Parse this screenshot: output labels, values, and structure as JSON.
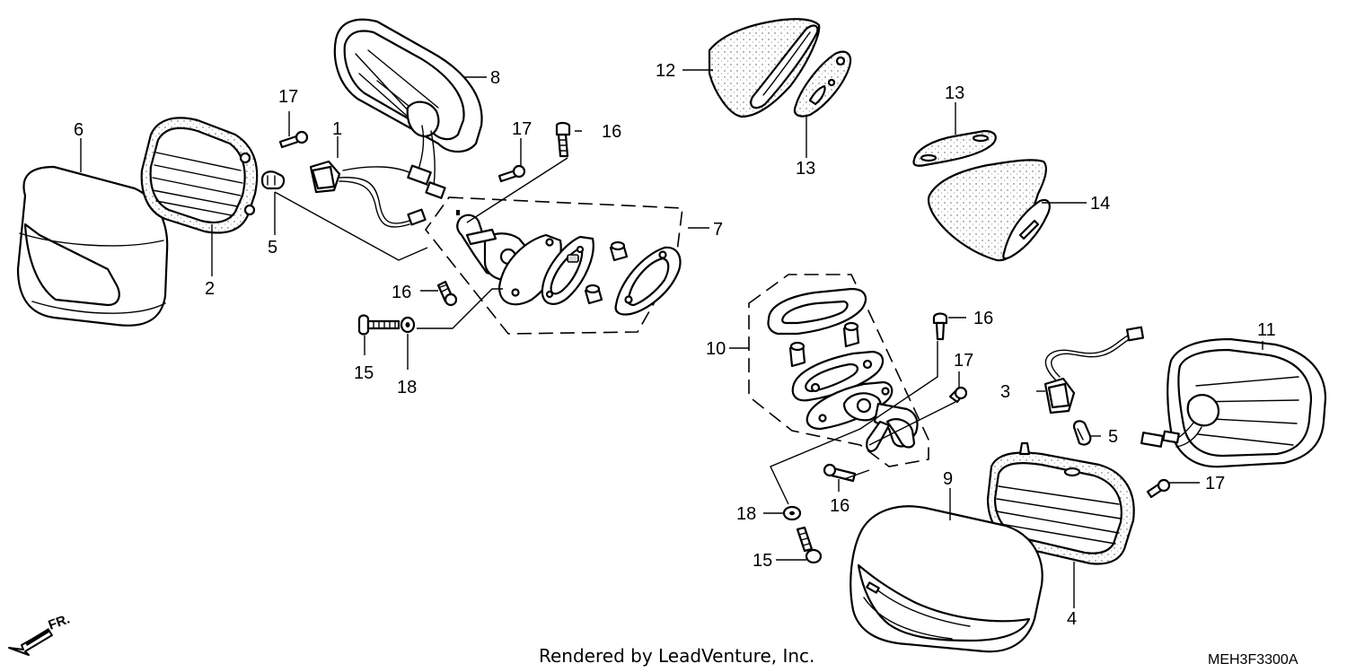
{
  "callouts": [
    "1",
    "2",
    "3",
    "4",
    "5",
    "6",
    "7",
    "8",
    "9",
    "10",
    "11",
    "12",
    "13",
    "14",
    "15",
    "16",
    "17",
    "18"
  ],
  "direction_label": "FR.",
  "footer_credit": "Rendered by LeadVenture, Inc.",
  "diagram_code": "MEH3F3300A"
}
